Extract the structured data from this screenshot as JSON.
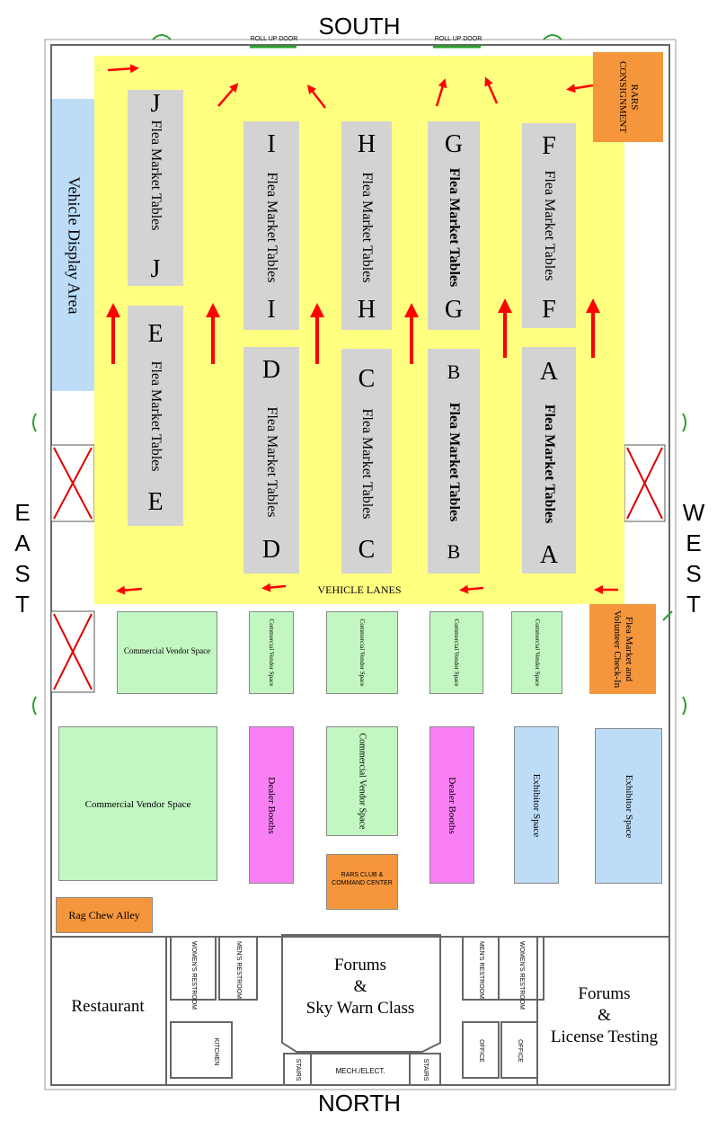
{
  "compass": {
    "south": "SOUTH",
    "north": "NORTH",
    "east": "EAST",
    "west": "WEST"
  },
  "doors": {
    "roll_up_left": "ROLL UP DOOR",
    "roll_up_right": "ROLL UP DOOR"
  },
  "areas": {
    "vehicle_display": "Vehicle Display Area",
    "rars_consignment": "RARS CONSIGNMENT",
    "vehicle_lanes": "VEHICLE LANES",
    "flea_checkin": "Flea Market and Volunteer Check-In",
    "rag_chew": "Rag Chew Alley",
    "rars_club": "RARS CLUB & COMMAND CENTER"
  },
  "flea_rows": [
    {
      "letter": "J",
      "label": "Flea Market Tables"
    },
    {
      "letter": "E",
      "label": "Flea Market Tables"
    },
    {
      "letter": "I",
      "label": "Flea Market Tables"
    },
    {
      "letter": "D",
      "label": "Flea Market Tables"
    },
    {
      "letter": "H",
      "label": "Flea Market Tables"
    },
    {
      "letter": "C",
      "label": "Flea Market Tables"
    },
    {
      "letter": "G",
      "label": "Flea Market Tables"
    },
    {
      "letter": "B",
      "label": "Flea Market Tables"
    },
    {
      "letter": "F",
      "label": "Flea Market Tables"
    },
    {
      "letter": "A",
      "label": "Flea Market Tables"
    }
  ],
  "vendor": {
    "commercial": "Commercial Vendor Space",
    "dealer": "Dealer Booths",
    "exhibitor": "Exhibitor Space"
  },
  "rooms": {
    "restaurant": "Restaurant",
    "forums_sky_warn": [
      "Forums",
      "&",
      "Sky Warn Class"
    ],
    "forums_license": [
      "Forums",
      "&",
      "License Testing"
    ],
    "womens": "WOMEN'S RESTROOM",
    "mens": "MEN'S RESTROOM",
    "kitchen": "KITCHEN",
    "stairs": "STAIRS",
    "mech": "MECH./ELECT.",
    "office": "OFFICE"
  },
  "colors": {
    "flea_zone": "#ffff80",
    "tables": "#d3d3d3",
    "commercial": "#c2f7c2",
    "dealer": "#f97ff5",
    "exhibitor": "#bcdcf8",
    "service": "#f5963c",
    "arrows": "#ff0000"
  },
  "icons": [
    "arrow-up-icon",
    "arrow-left-icon",
    "arrow-right-icon",
    "blocked-door-icon",
    "door-icon"
  ]
}
